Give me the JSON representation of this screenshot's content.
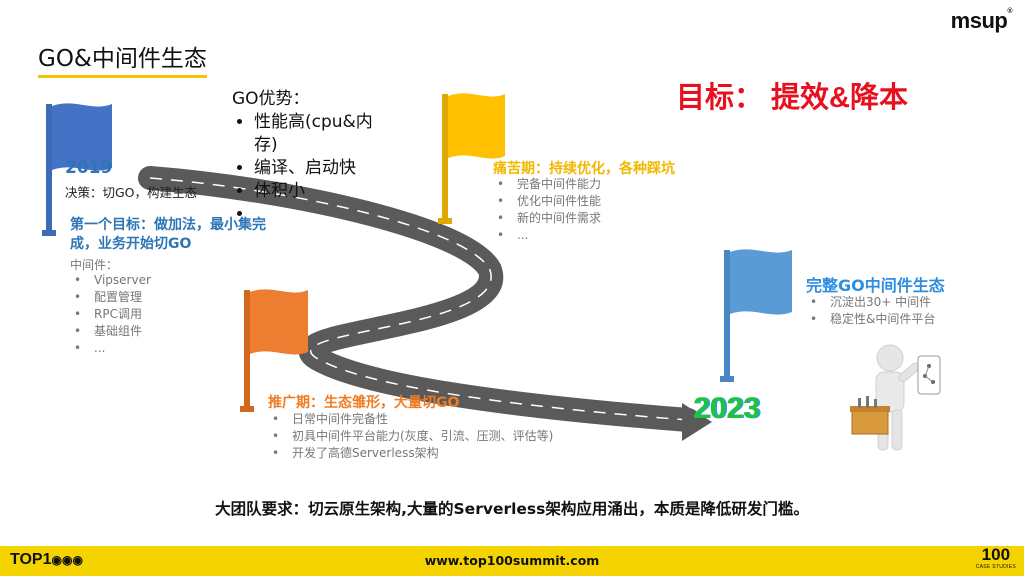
{
  "header": {
    "title": "GO&中间件生态",
    "logo": "msup",
    "logo_mark": "®",
    "goal": "目标： 提效&降本"
  },
  "advantages": {
    "heading": "GO优势：",
    "items": [
      "性能高(cpu&内存)",
      "编译、启动快",
      "体积小",
      ""
    ]
  },
  "milestone_2019": {
    "year": "2019",
    "decision": "决策：切GO，构建生态",
    "first_goal": "第一个目标：做加法，最小集完成，业务开始切GO",
    "middleware_label": "中间件：",
    "items": [
      "Vipserver",
      "配置管理",
      "RPC调用",
      "基础组件",
      "..."
    ],
    "flag_color": "#4472c4"
  },
  "pain_period": {
    "title": "痛苦期：持续优化，各种踩坑",
    "items": [
      "完备中间件能力",
      "优化中间件性能",
      "新的中间件需求",
      "..."
    ],
    "flag_color": "#ffc000"
  },
  "promotion_period": {
    "title": "推广期：生态雏形，大量切GO",
    "items": [
      "日常中间件完备性",
      "初具中间件平台能力(灰度、引流、压测、评估等)",
      "开发了高德Serverless架构"
    ],
    "flag_color": "#ed7d31"
  },
  "complete": {
    "title": "完整GO中间件生态",
    "items": [
      "沉淀出30+ 中间件",
      "稳定性&中间件平台"
    ],
    "flag_color": "#5b9bd5"
  },
  "year_2023": "2023",
  "team_requirement": "大团队要求：切云原生架构,大量的Serverless架构应用涌出，本质是降低研发门槛。",
  "footer": {
    "brand": "TOP1",
    "url": "www.top100summit.com",
    "cases_number": "100",
    "cases_label": "CASE STUDIES",
    "background": "#f5d300"
  }
}
